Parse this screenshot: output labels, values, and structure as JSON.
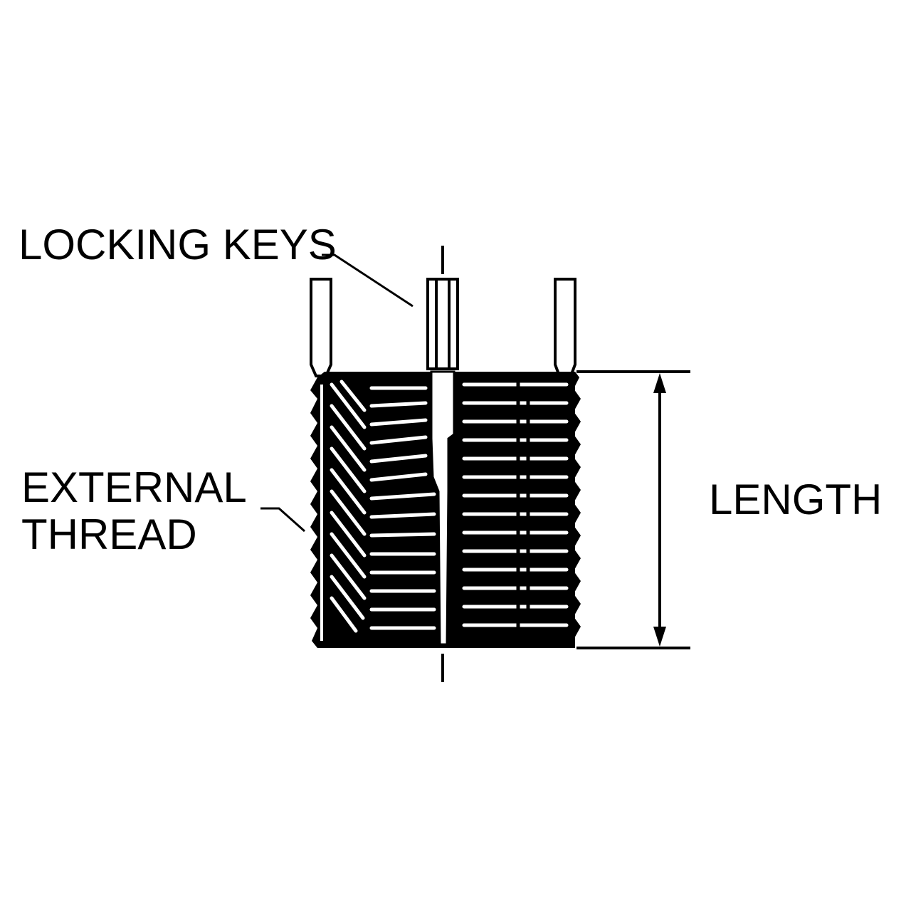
{
  "diagram": {
    "labels": {
      "locking_keys": "LOCKING KEYS",
      "external_thread_line1": "EXTERNAL",
      "external_thread_line2": "THREAD",
      "length": "LENGTH"
    },
    "colors": {
      "ink": "#000000",
      "paper": "#ffffff"
    }
  }
}
